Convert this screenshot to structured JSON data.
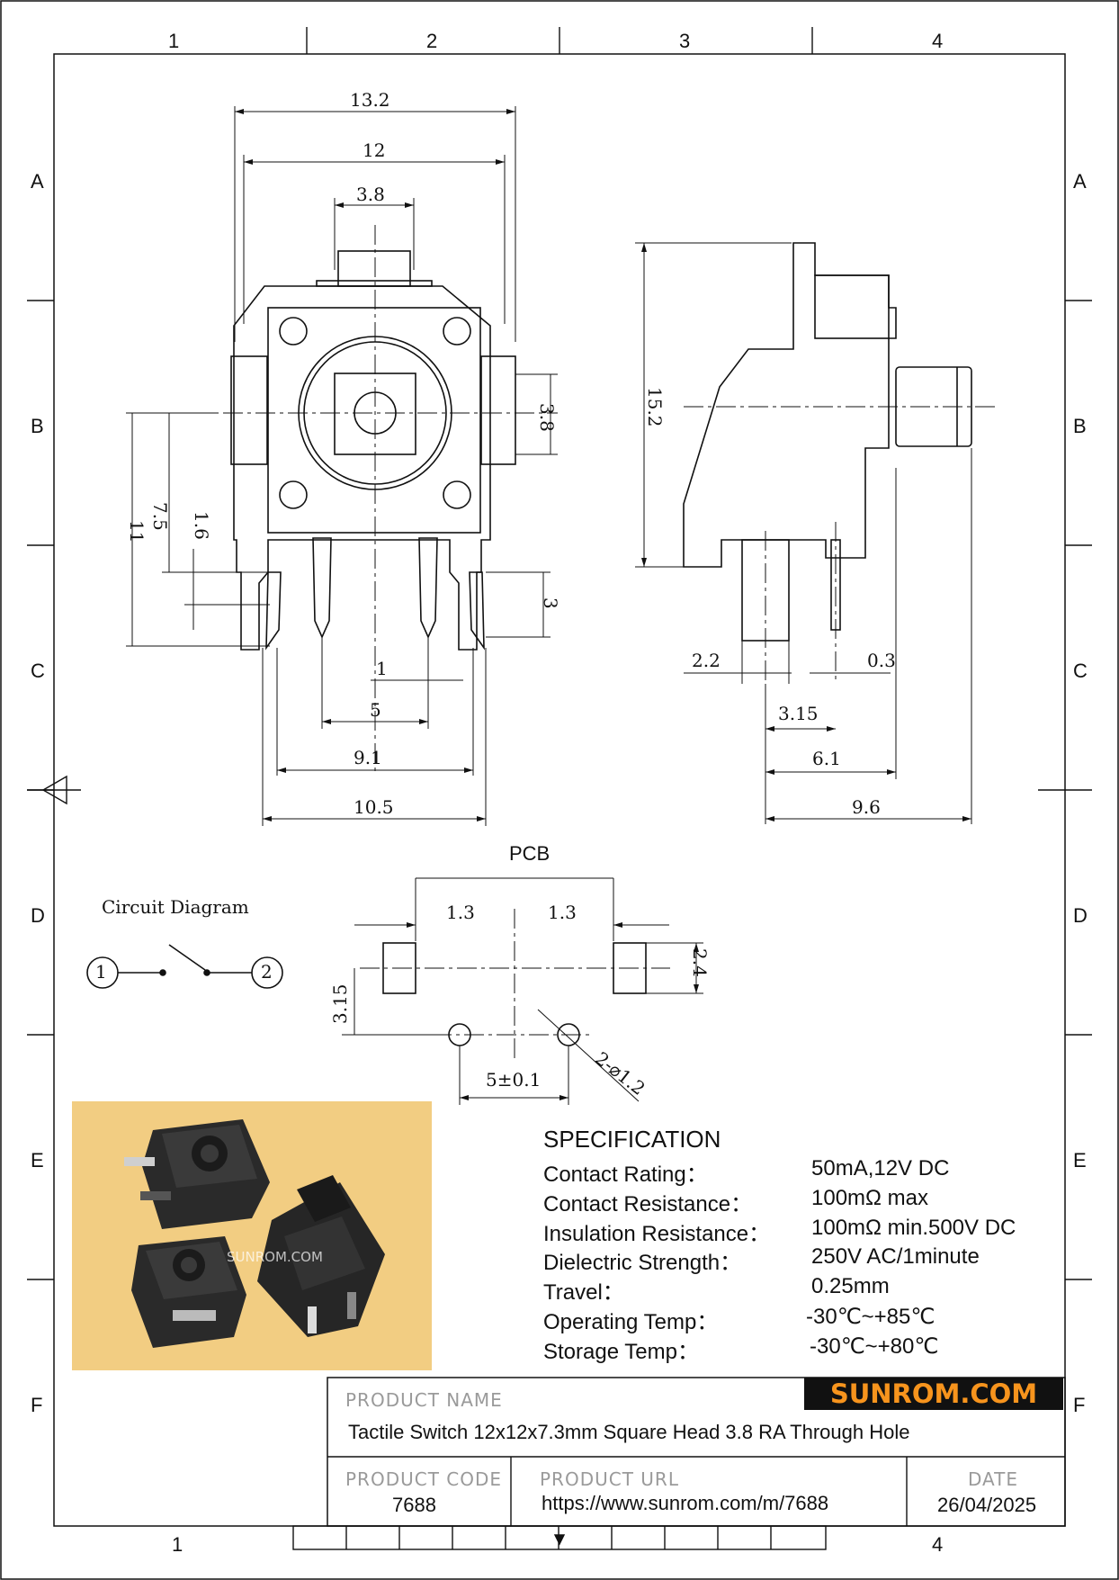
{
  "zones": {
    "columns": [
      "1",
      "2",
      "3",
      "4"
    ],
    "rows": [
      "A",
      "B",
      "C",
      "D",
      "E",
      "F"
    ]
  },
  "front_view": {
    "dims": {
      "w13_2": "13.2",
      "w12": "12",
      "w3_8": "3.8",
      "h3_8": "3.8",
      "h7_5": "7.5",
      "h11": "11",
      "h1_6": "1.6",
      "h3": "3",
      "w1": "1",
      "w5": "5",
      "w9_1": "9.1",
      "w10_5": "10.5"
    }
  },
  "side_view": {
    "dims": {
      "h15_2": "15.2",
      "w2_2": "2.2",
      "w0_3": "0.3",
      "w3_15": "3.15",
      "w6_1": "6.1",
      "w9_6": "9.6"
    }
  },
  "pcb": {
    "title": "PCB",
    "dims": {
      "left1_3": "1.3",
      "right1_3": "1.3",
      "h2_4": "2.4",
      "h3_15": "3.15",
      "w5": "5±0.1",
      "holes": "2-⌀1.2"
    }
  },
  "circuit": {
    "title": "Circuit Diagram",
    "pin1": "①",
    "pin2": "②"
  },
  "photo": {
    "watermark": "SUNROM.COM"
  },
  "specification": {
    "title": "SPECIFICATION",
    "rows": [
      {
        "label": "Contact  Rating：",
        "value": "50mA,12V DC"
      },
      {
        "label": "Contact  Resistance：",
        "value": "100mΩ max"
      },
      {
        "label": "Insulation Resistance：",
        "value": "100mΩ min.500V DC"
      },
      {
        "label": "Dielectric  Strength：",
        "value": "250V AC/1minute"
      },
      {
        "label": "Travel：",
        "value": "0.25mm"
      },
      {
        "label": "Operating Temp：",
        "value": "-30℃~+85℃"
      },
      {
        "label": "Storage Temp：",
        "value": "-30℃~+80℃"
      }
    ]
  },
  "title_block": {
    "brand": "SUNROM.COM",
    "product_name_label": "PRODUCT NAME",
    "product_name": "Tactile Switch 12x12x7.3mm Square Head 3.8 RA Through Hole",
    "product_code_label": "PRODUCT CODE",
    "product_code": "7688",
    "product_url_label": "PRODUCT URL",
    "product_url": "https://www.sunrom.com/m/7688",
    "date_label": "DATE",
    "date": "26/04/2025"
  },
  "colors": {
    "brand_bg": "#111111",
    "brand_text": "#f7941d",
    "photo_bg": "#f2cd82",
    "label_gray": "#9a9a9a"
  }
}
